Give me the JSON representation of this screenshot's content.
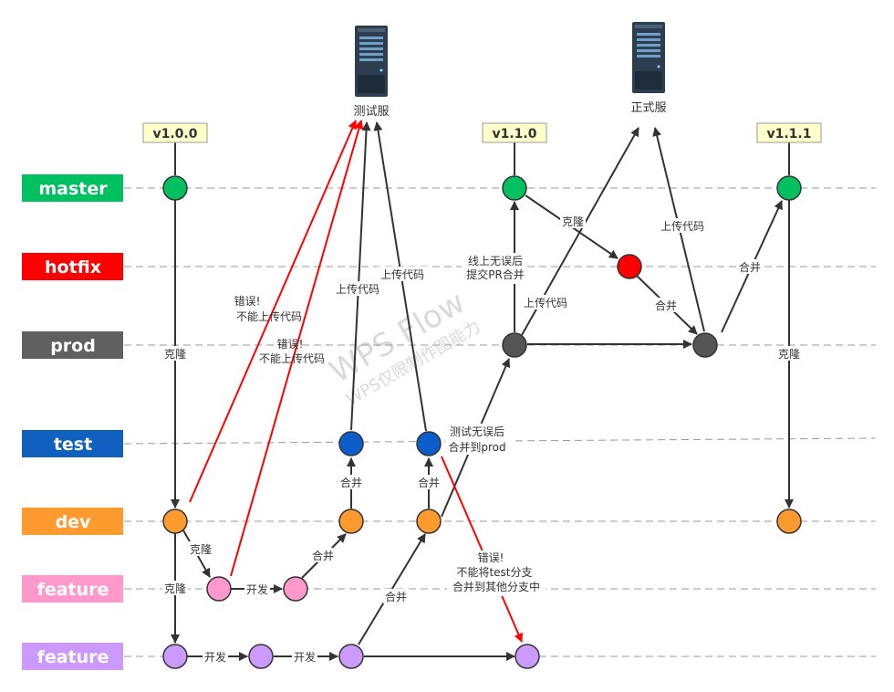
{
  "lanes": [
    {
      "label": "master",
      "color": "#00c060"
    },
    {
      "label": "hotfix",
      "color": "#ff0000"
    },
    {
      "label": "prod",
      "color": "#606060"
    },
    {
      "label": "test",
      "color": "#1060c0"
    },
    {
      "label": "dev",
      "color": "#ff9a2e"
    },
    {
      "label": "feature",
      "color": "#ff99cc"
    },
    {
      "label": "feature",
      "color": "#cc99ff"
    }
  ],
  "versions": [
    "v1.0.0",
    "v1.1.0",
    "v1.1.1"
  ],
  "servers": [
    "测试服",
    "正式服"
  ],
  "labels": {
    "clone": "克隆",
    "merge": "合并",
    "upload": "上传代码",
    "develop": "开发",
    "error1_a": "错误!",
    "error1_b": "不能上传代码",
    "error2_a": "错误!",
    "error2_b": "不能上传代码",
    "tested_a": "测试无误后",
    "tested_b": "合并到prod",
    "online_a": "线上无误后",
    "online_b": "提交PR合并",
    "error3_a": "错误!",
    "error3_b": "不能将test分支",
    "error3_c": "合并到其他分支中"
  },
  "watermark": {
    "line1": "WPS Flow",
    "line2": "WPS仅限制作图能力"
  },
  "colors": {
    "master": "#00c060",
    "hotfix": "#ff0000",
    "prod": "#555555",
    "test": "#0b5ec9",
    "dev": "#ff9a2e",
    "feature1": "#ff99cc",
    "feature2": "#cc99ff",
    "error": "#ff0000",
    "version_bg": "#ffffcc"
  }
}
